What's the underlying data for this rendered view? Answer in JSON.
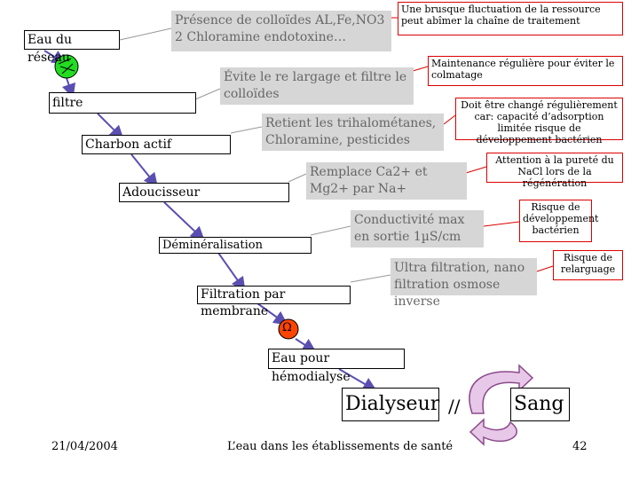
{
  "steps": {
    "reseau": "Eau du réseau",
    "filtre": "filtre",
    "charbon": "Charbon actif",
    "adoucisseur": "Adoucisseur",
    "demineralisation": "Déminéralisation",
    "filtration": "Filtration par membrane",
    "eau_hemo": "Eau pour hémodialyse",
    "dialyseur": "Dialyseur",
    "sang": "Sang",
    "separator": "//",
    "omega": "Ω"
  },
  "notes": {
    "n1": "Présence de colloïdes AL,Fe,NO3 2 Chloramine endotoxine…",
    "n2": "Évite le re largage et filtre le colloïdes",
    "n3": "Retient les trihalométanes, Chloramine, pesticides",
    "n4": "Remplace Ca2+ et Mg2+ par Na+",
    "n5": "Conductivité max en sortie 1µS/cm",
    "n6": "Ultra filtration, nano filtration osmose inverse"
  },
  "warnings": {
    "w1": "Une brusque fluctuation de la ressource peut abîmer la chaîne de traitement",
    "w2": "Maintenance régulière pour éviter le colmatage",
    "w3": "Doit être changé régulièrement car: capacité d’adsorption limitée risque de développement bactérien",
    "w4": "Attention à la pureté du NaCl lors de la régénération",
    "w5": "Risque de développement bactérien",
    "w6": "Risque de relarguage"
  },
  "footer": {
    "date": "21/04/2004",
    "title": "L’eau dans les établissements de santé",
    "page": "42"
  },
  "colors": {
    "arrow": "#5a4fb0",
    "warning_border": "#dd0000",
    "note_bg": "#d6d6d6",
    "pump_fill": "#22dd22",
    "omega_fill": "#ff4400",
    "loop_fill": "#e8c8e8",
    "loop_stroke": "#8a4a8a"
  }
}
